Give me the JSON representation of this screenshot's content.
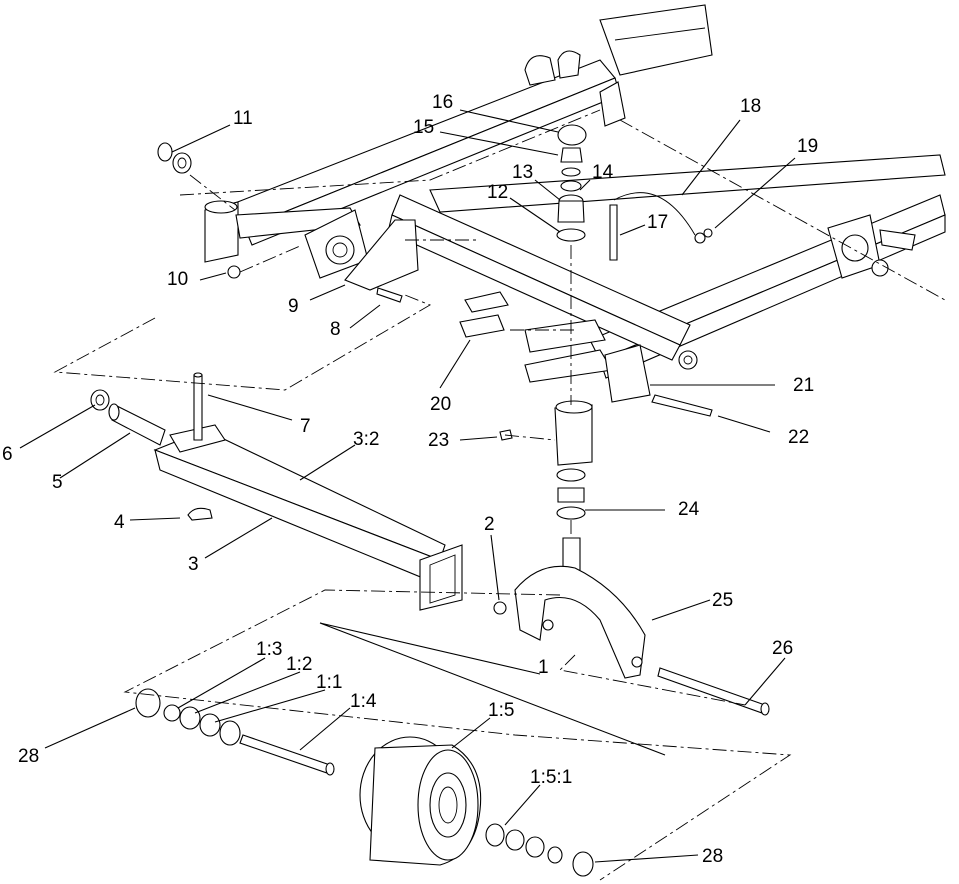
{
  "callouts": [
    {
      "id": "c16",
      "text": "16"
    },
    {
      "id": "c15",
      "text": "15"
    },
    {
      "id": "c18",
      "text": "18"
    },
    {
      "id": "c11",
      "text": "11"
    },
    {
      "id": "c19",
      "text": "19"
    },
    {
      "id": "c13",
      "text": "13"
    },
    {
      "id": "c14",
      "text": "14"
    },
    {
      "id": "c12",
      "text": "12"
    },
    {
      "id": "c17",
      "text": "17"
    },
    {
      "id": "c10",
      "text": "10"
    },
    {
      "id": "c9",
      "text": "9"
    },
    {
      "id": "c8",
      "text": "8"
    },
    {
      "id": "c20",
      "text": "20"
    },
    {
      "id": "c21",
      "text": "21"
    },
    {
      "id": "c7",
      "text": "7"
    },
    {
      "id": "c6",
      "text": "6"
    },
    {
      "id": "c3_2",
      "text": "3:2"
    },
    {
      "id": "c23",
      "text": "23"
    },
    {
      "id": "c22",
      "text": "22"
    },
    {
      "id": "c5",
      "text": "5"
    },
    {
      "id": "c4",
      "text": "4"
    },
    {
      "id": "c24",
      "text": "24"
    },
    {
      "id": "c2",
      "text": "2"
    },
    {
      "id": "c3",
      "text": "3"
    },
    {
      "id": "c25",
      "text": "25"
    },
    {
      "id": "c26",
      "text": "26"
    },
    {
      "id": "c1_3",
      "text": "1:3"
    },
    {
      "id": "c1_2",
      "text": "1:2"
    },
    {
      "id": "c1",
      "text": "1"
    },
    {
      "id": "c1_1",
      "text": "1:1"
    },
    {
      "id": "c1_4",
      "text": "1:4"
    },
    {
      "id": "c1_5",
      "text": "1:5"
    },
    {
      "id": "c28a",
      "text": "28"
    },
    {
      "id": "c1_5_1",
      "text": "1:5:1"
    },
    {
      "id": "c28b",
      "text": "28"
    }
  ]
}
